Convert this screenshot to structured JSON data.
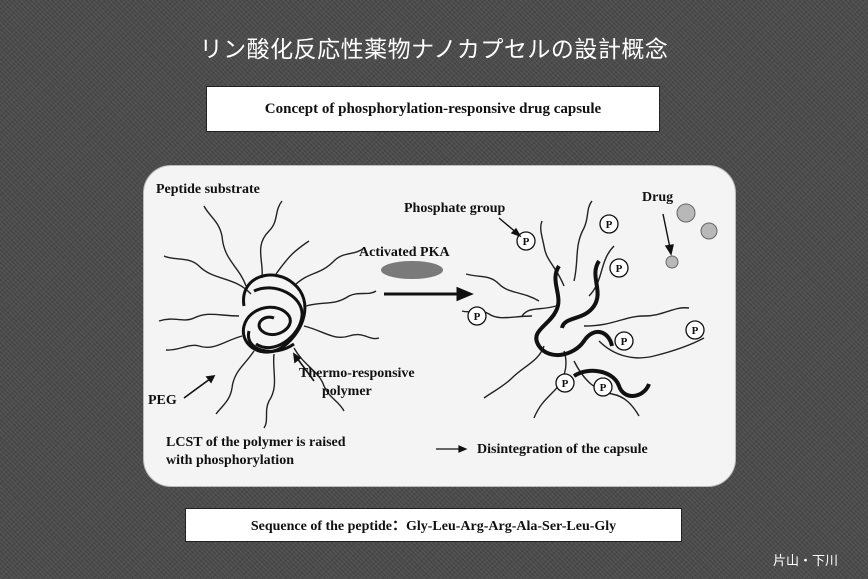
{
  "slide": {
    "title_jp": "リン酸化反応性薬物ナノカプセルの設計概念",
    "subtitle": "Concept of phosphorylation-responsive drug capsule",
    "sequence": "Sequence of the peptide：Gly-Leu-Arg-Arg-Ala-Ser-Leu-Gly",
    "credit": "片山・下川"
  },
  "diagram": {
    "labels": {
      "peptide_substrate": "Peptide substrate",
      "peg": "PEG",
      "thermo_responsive": "Thermo-responsive",
      "polymer": "polymer",
      "activated_pka": "Activated PKA",
      "phosphate_group": "Phosphate group",
      "drug": "Drug",
      "lcst_line1": "LCST of the polymer is raised",
      "lcst_line2": "with phosphorylation",
      "disintegration": "Disintegration of the capsule",
      "phosphate_symbol": "P"
    }
  }
}
